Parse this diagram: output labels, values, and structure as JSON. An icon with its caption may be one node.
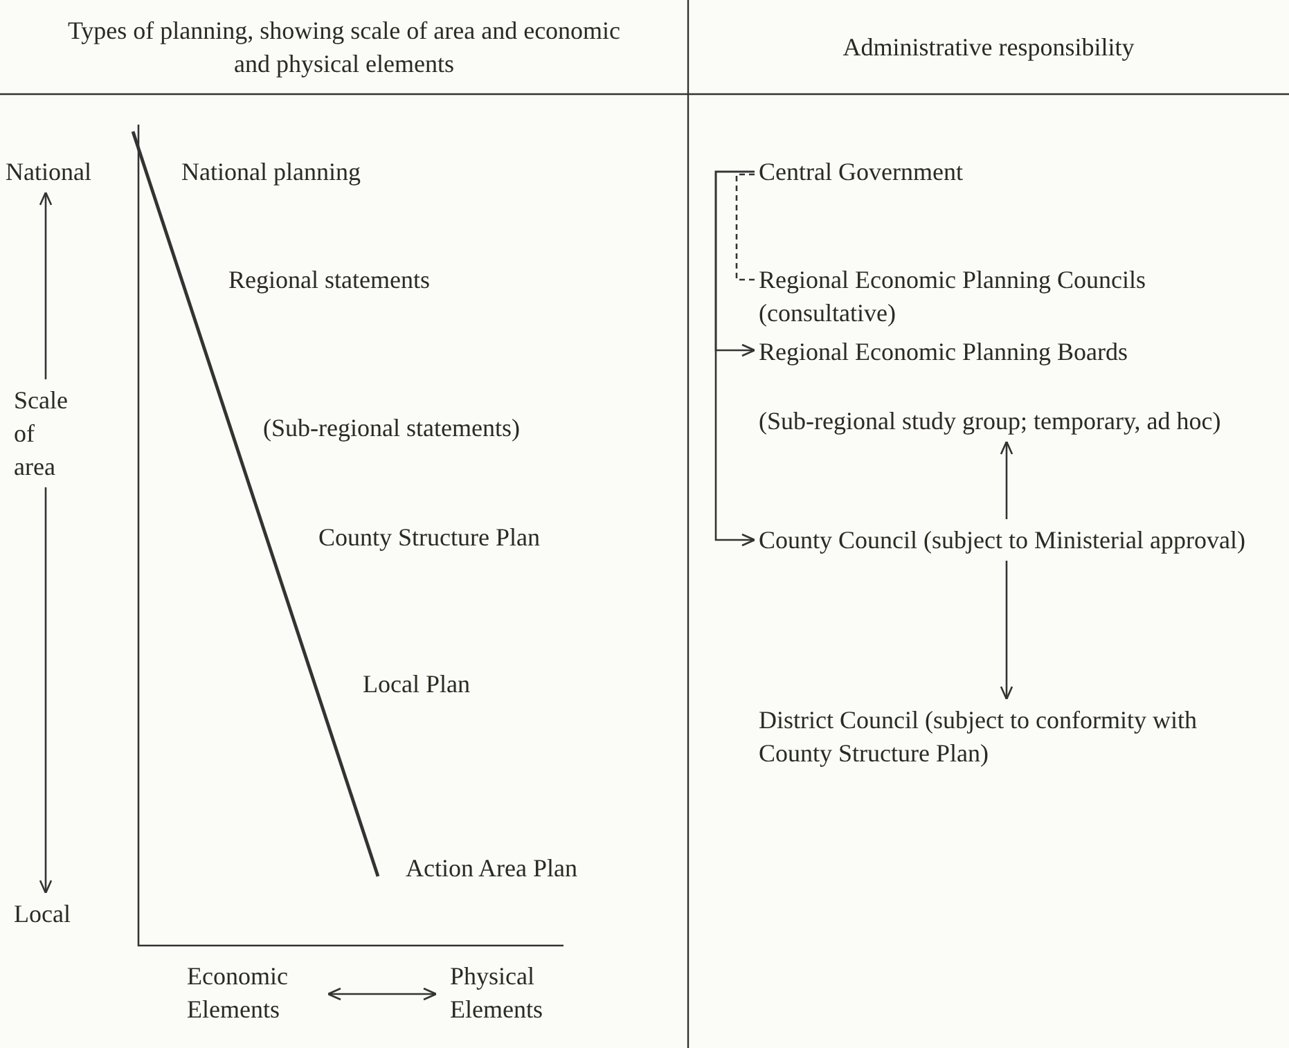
{
  "diagram": {
    "nodes": [
      {
        "text": [
          "National"
        ]
      },
      {
        "text": [
          "Scale of area"
        ]
      },
      {
        "text": [
          "Local"
        ]
      },
      {
        "text": [
          "Economic Elements"
        ]
      },
      {
        "text": [
          "Physical Elements"
        ]
      },
      {
        "text": [
          "Central Government"
        ]
      },
      {
        "text": [
          "Regional Economic Planning Councils (consultative)"
        ]
      },
      {
        "text": [
          "Regional Economic Planning Boards"
        ]
      },
      {
        "text": [
          "(Sub-regional study group; temporary, ad hoc)"
        ]
      },
      {
        "text": [
          "County Council (subject to Ministerial approval)"
        ]
      },
      {
        "text": [
          "District Council (subject to conformity with County Structure Plan)"
        ]
      }
    ],
    "edges": [
      {
        "from": 1,
        "to": 0,
        "arrow": "to"
      },
      {
        "from": 1,
        "to": 2,
        "arrow": "to"
      },
      {
        "from": 3,
        "to": 4,
        "arrow": "both"
      },
      {
        "from": 5,
        "to": 6,
        "arrow": "none",
        "style": "dashed"
      },
      {
        "from": 5,
        "to": 7,
        "arrow": "to"
      },
      {
        "from": 5,
        "to": 9,
        "arrow": "to"
      },
      {
        "from": 9,
        "to": 8,
        "arrow": "to"
      },
      {
        "from": 9,
        "to": 10,
        "arrow": "to"
      }
    ],
    "labels": [
      "Types of planning, showing scale of area and economic and physical elements",
      "Administrative responsibility",
      "National planning",
      "Regional statements",
      "(Sub-regional statements)",
      "County Structure Plan",
      "Local Plan",
      "Action Area Plan"
    ]
  }
}
